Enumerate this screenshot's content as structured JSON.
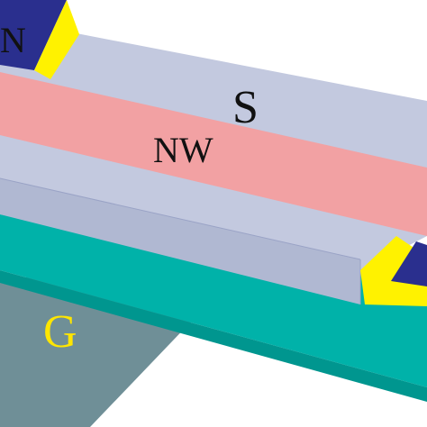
{
  "labels": {
    "electrode_left": "N",
    "channel": "S",
    "nanowire": "NW",
    "gate": "G"
  },
  "colors": {
    "background": "#ffffff",
    "substrate_top": "#00b2a9",
    "substrate_front": "#00968f",
    "gate": "#6f8f97",
    "gate_label": "#ffe600",
    "channel_top": "#c3c9df",
    "channel_side": "#b0b8d2",
    "nanowire": "#f2a1a3",
    "electrode": "#2a2f8e",
    "contact_pad": "#fff200",
    "text": "#111111"
  }
}
